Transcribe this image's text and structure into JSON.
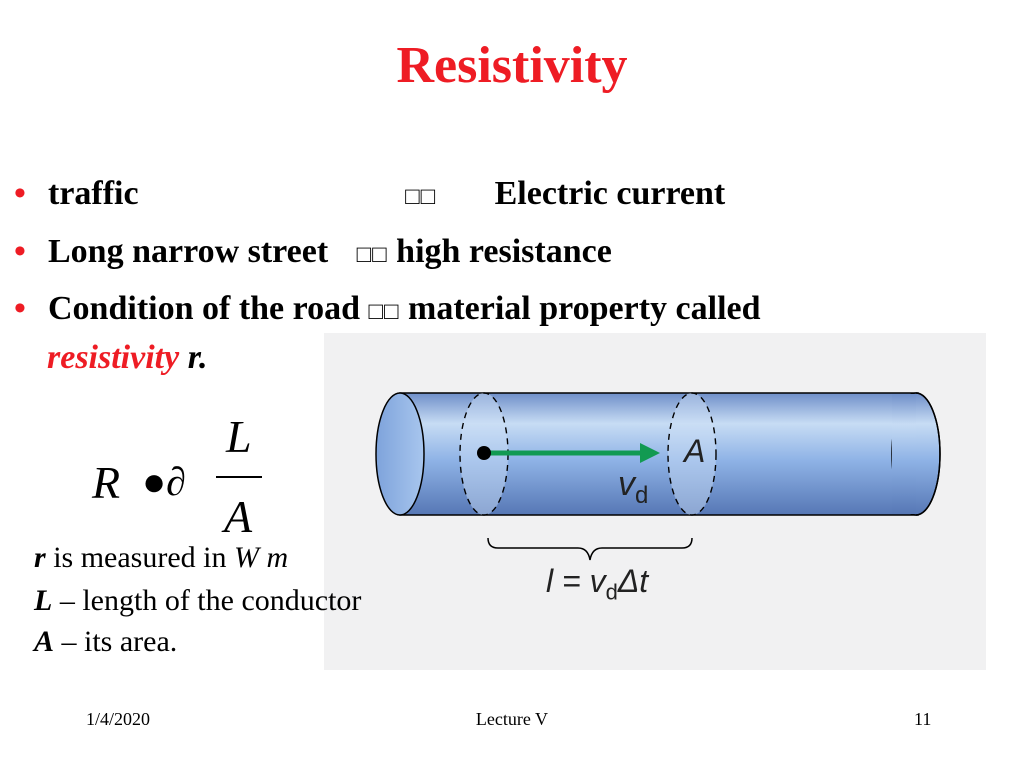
{
  "slide": {
    "title": "Resistivity",
    "bullets": [
      {
        "left": "traffic",
        "arrow": "\u0000\u0000",
        "right": "Electric current"
      },
      {
        "left": "Long narrow street",
        "arrow": "\u0000\u0000",
        "right": "high resistance"
      },
      {
        "left": "Condition of the road",
        "arrow": "\u0000\u0000",
        "right": "material property called"
      }
    ],
    "continuation": {
      "term": "resistivity",
      "symbol": "r."
    },
    "formula": {
      "lhs": "R",
      "rho": "●∂",
      "numerator": "L",
      "denominator": "A"
    },
    "descriptions": {
      "line1_symbol": "r",
      "line1_text": " is measured in ",
      "line1_unit": "W m",
      "line2_symbol": "L",
      "line2_text": " – length of the conductor",
      "line3_symbol": "A",
      "line3_text": " – its area."
    },
    "figure": {
      "label_A": "A",
      "label_vd": "v",
      "label_vd_sub": "d",
      "length_eq": "l = v",
      "length_sub": "d",
      "length_tail": "Δt"
    }
  },
  "footer": {
    "date": "1/4/2020",
    "center": "Lecture V",
    "page": "11"
  },
  "colors": {
    "accent": "#ee1c24",
    "cylinder": "#8fb3e6",
    "arrow": "#129a52"
  }
}
